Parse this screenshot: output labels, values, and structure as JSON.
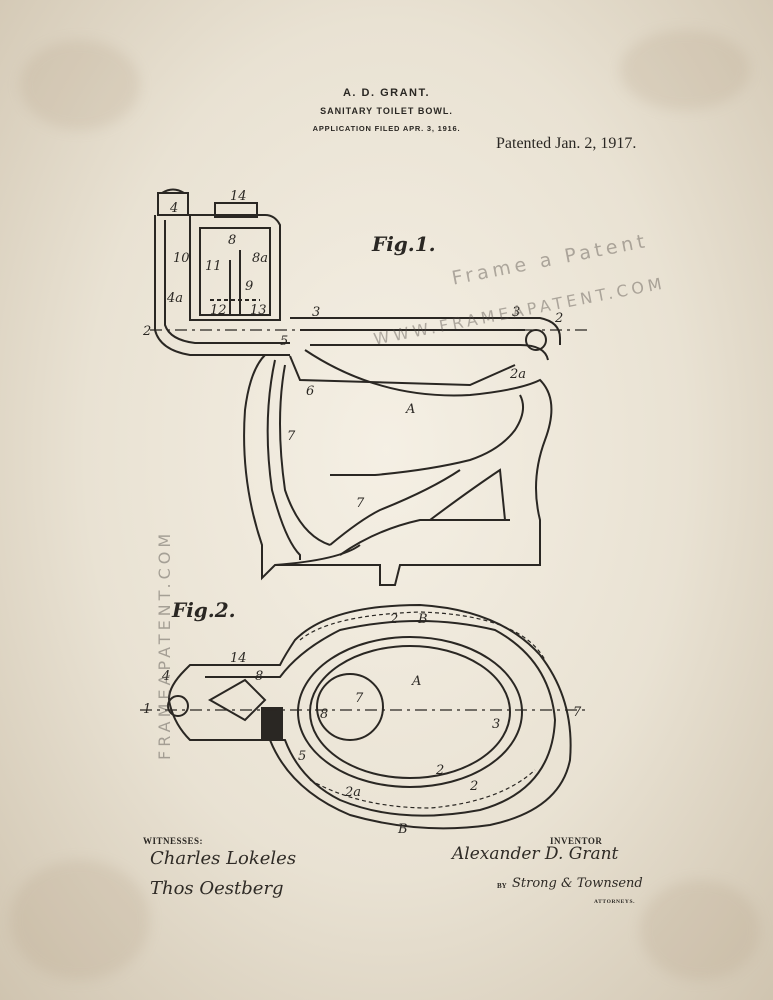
{
  "header": {
    "inventor_name": "A. D. GRANT.",
    "title": "SANITARY TOILET BOWL.",
    "application_filed": "APPLICATION FILED APR. 3, 1916.",
    "patented": "Patented Jan. 2, 1917."
  },
  "figures": {
    "fig1_label": "Fig.1.",
    "fig2_label": "Fig.2."
  },
  "reference_numerals": {
    "fig1": [
      "4",
      "14",
      "8",
      "8a",
      "10",
      "11",
      "9",
      "4a",
      "12",
      "13",
      "3",
      "2",
      "5",
      "6",
      "A",
      "7",
      "2a"
    ],
    "fig2": [
      "4",
      "14",
      "8",
      "1",
      "7",
      "A",
      "3",
      "2",
      "B",
      "5",
      "2a"
    ]
  },
  "watermark": {
    "brand": "Frame a Patent",
    "url": "WWW.FRAMEAPATENT.COM",
    "side": "FRAMEAPATENT.COM"
  },
  "signatures": {
    "witnesses_label": "WITNESSES:",
    "witness1": "Charles Lokeles",
    "witness2": "Thos Oestberg",
    "inventor_label": "INVENTOR",
    "inventor_signature": "Alexander D. Grant",
    "by_label": "BY",
    "attorney_signature": "Strong & Townsend",
    "attorneys_label": "ATTORNEYS."
  }
}
